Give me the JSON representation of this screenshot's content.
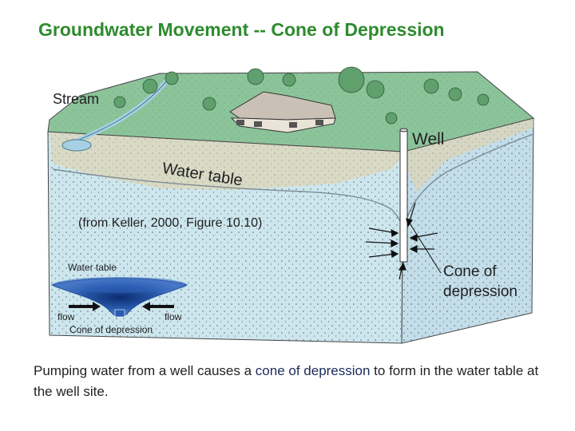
{
  "title": "Groundwater Movement -- Cone of Depression",
  "diagram": {
    "labels": {
      "stream": "Stream",
      "well": "Well",
      "water_table": "Water table",
      "cone": "Cone of",
      "cone2": "depression",
      "source": "(from Keller, 2000, Figure 10.10)"
    },
    "inset": {
      "water_table": "Water table",
      "flow_left": "flow",
      "flow_right": "flow",
      "cone": "Cone of depression"
    }
  },
  "caption": {
    "part1": "Pumping water from a well causes a ",
    "highlight": "cone of depression",
    "part2": " to form in the water table at the well site."
  },
  "colors": {
    "title": "#2e8b2e",
    "grass": "#8cc49a",
    "aquifer": "#cde6ee",
    "soil": "#e4cfa4",
    "inset_blue": "#1e4c9a"
  }
}
